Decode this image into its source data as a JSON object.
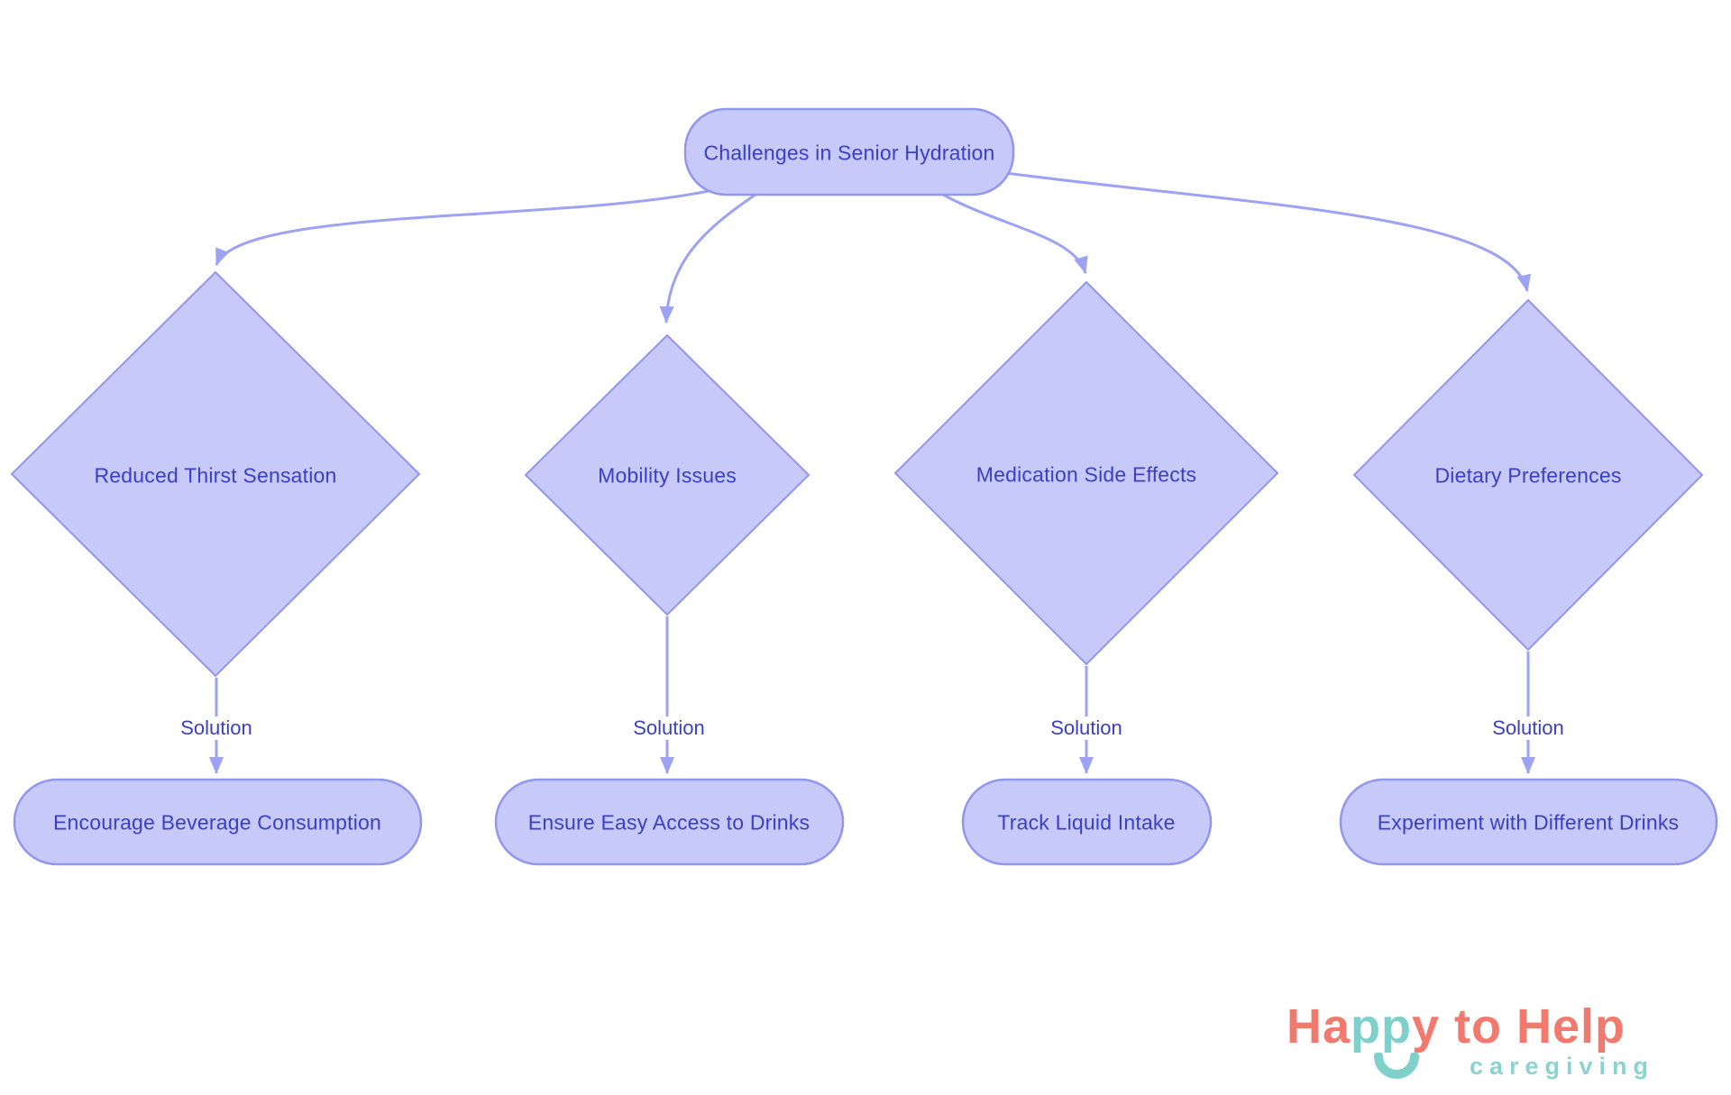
{
  "diagram": {
    "root": {
      "label": "Challenges in Senior Hydration"
    },
    "branches": [
      {
        "challenge": "Reduced Thirst Sensation",
        "edge_label": "Solution",
        "solution": "Encourage Beverage Consumption"
      },
      {
        "challenge": "Mobility Issues",
        "edge_label": "Solution",
        "solution": "Ensure Easy Access to Drinks"
      },
      {
        "challenge": "Medication Side Effects",
        "edge_label": "Solution",
        "solution": "Track Liquid Intake"
      },
      {
        "challenge": "Dietary Preferences",
        "edge_label": "Solution",
        "solution": "Experiment with Different Drinks"
      }
    ]
  },
  "logo": {
    "part1": "Ha",
    "part2": "pp",
    "part3": "y to Help",
    "tagline": "caregiving"
  },
  "colors": {
    "background": "#ffffff",
    "node_fill": "#c7c9f8",
    "node_border": "#9196ee",
    "node_text": "#3b3fc4",
    "connector": "#9da2f2",
    "logo_coral": "#f2796d",
    "logo_teal": "#7fcfcb",
    "tagline_teal": "#8ad3cf"
  }
}
